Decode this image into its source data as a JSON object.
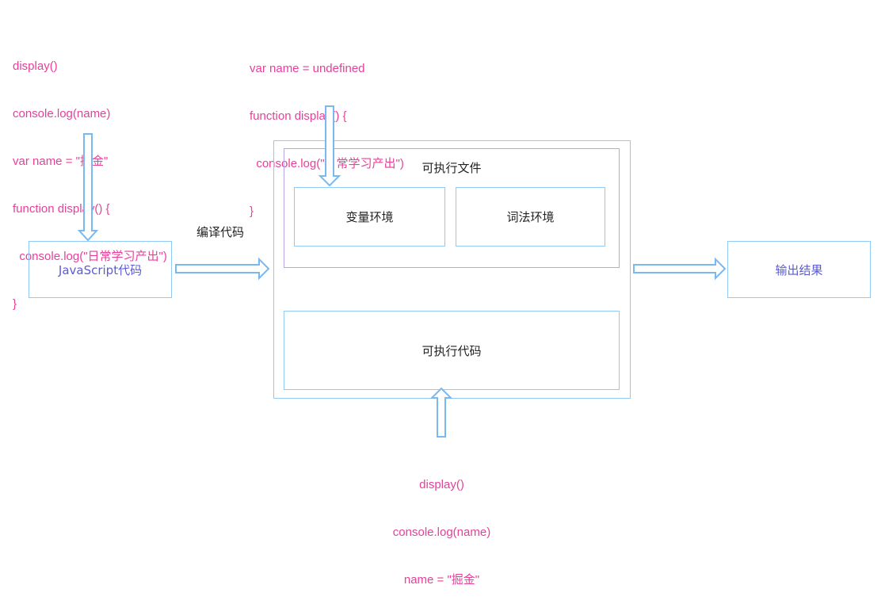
{
  "code_top_left": [
    "display()",
    "console.log(name)",
    "var name = \"掘金\"",
    "function display() {",
    "  console.log(\"日常学习产出\")",
    "}"
  ],
  "code_top_middle": [
    "var name = undefined",
    "function display() {",
    "  console.log(\"日常学习产出\")",
    "}"
  ],
  "code_bottom": [
    "display()",
    "console.log(name)",
    "name = \"掘金\""
  ],
  "source_box_label": "JavaScript代码",
  "compile_label": "编译代码",
  "executable_file_label": "可执行文件",
  "variable_env_label": "变量环境",
  "lexical_env_label": "词法环境",
  "executable_code_label": "可执行代码",
  "output_label": "输出结果",
  "colors": {
    "code_text": "#e8409a",
    "box_border": "#90caf9",
    "inner_border": "#b9a6e6",
    "label_blue": "#5b5bd6",
    "arrow": "#7ab8f0"
  }
}
